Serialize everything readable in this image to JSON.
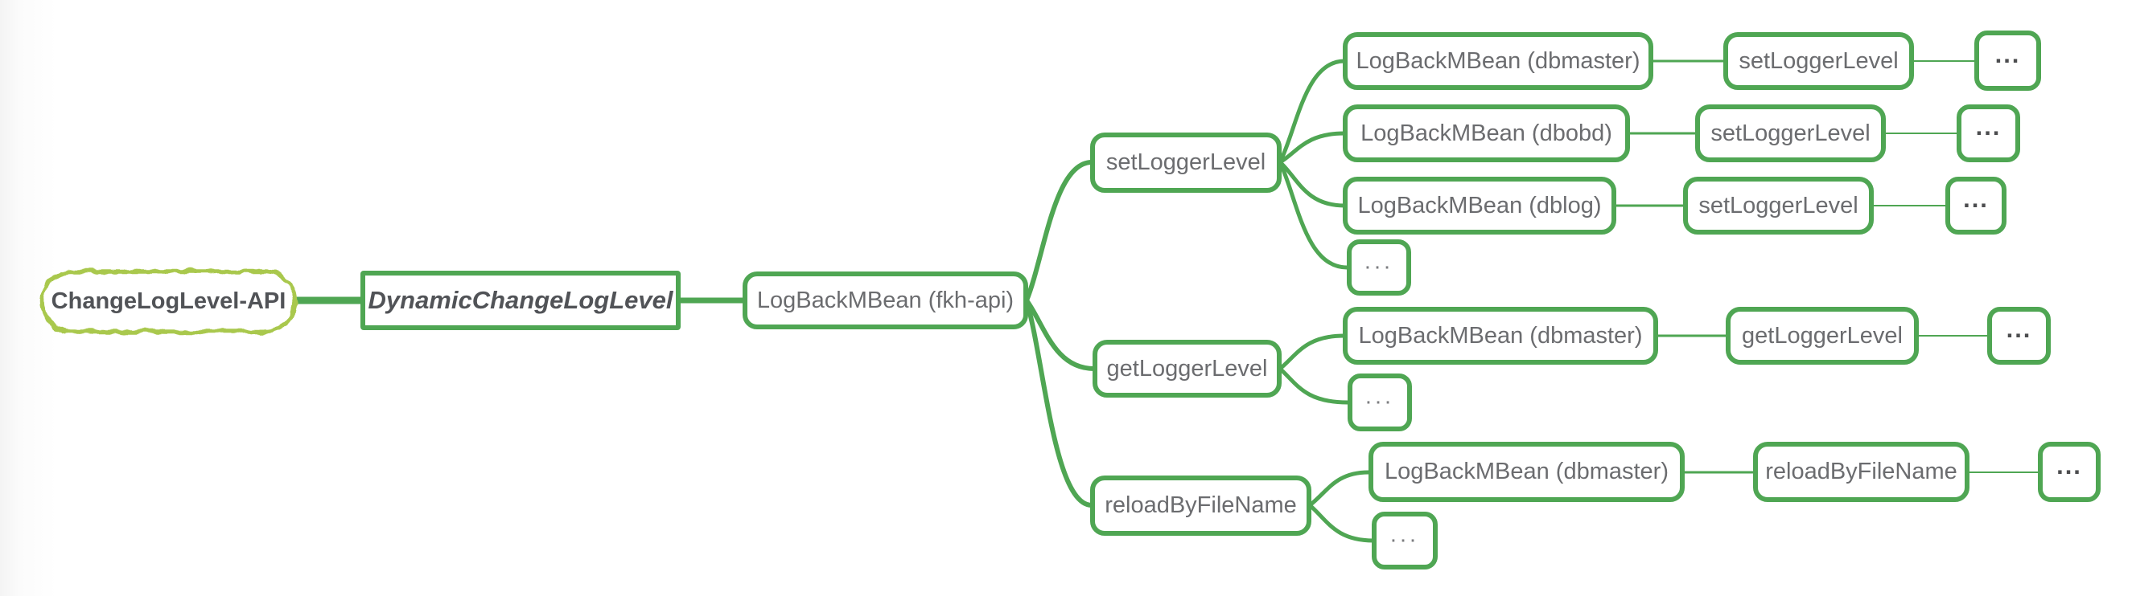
{
  "colors": {
    "topic_border_green": "#4fa653",
    "root_cloud_green": "#a9c84d",
    "text_primary": "#515357",
    "text_secondary": "#6b6c6f"
  },
  "mindmap": {
    "root": {
      "label": "ChangeLogLevel-API"
    },
    "main_topic": {
      "label": "DynamicChangeLogLevel"
    },
    "subtopic": {
      "label": "LogBackMBean (fkh-api)"
    },
    "branches": [
      {
        "label": "setLoggerLevel",
        "rows": [
          {
            "bean": "LogBackMBean (dbmaster)",
            "method": "setLoggerLevel",
            "more": "..."
          },
          {
            "bean": "LogBackMBean (dbobd)",
            "method": "setLoggerLevel",
            "more": "..."
          },
          {
            "bean": "LogBackMBean (dblog)",
            "method": "setLoggerLevel",
            "more": "..."
          }
        ],
        "ellipsis": "..."
      },
      {
        "label": "getLoggerLevel",
        "rows": [
          {
            "bean": "LogBackMBean (dbmaster)",
            "method": "getLoggerLevel",
            "more": "..."
          }
        ],
        "ellipsis": "..."
      },
      {
        "label": "reloadByFileName",
        "rows": [
          {
            "bean": "LogBackMBean (dbmaster)",
            "method": "reloadByFileName",
            "more": "..."
          }
        ],
        "ellipsis": "..."
      }
    ]
  }
}
